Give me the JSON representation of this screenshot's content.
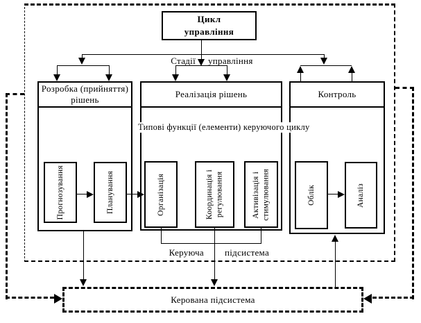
{
  "diagram": {
    "title_box": "Цикл\nуправління",
    "stages_label_left": "Стадії",
    "stages_label_right": "управління",
    "functions_caption": "Типові функції (елементи) керуючого циклу",
    "columns": [
      {
        "header": "Розробка (прийняття) рішень",
        "items": [
          "Прогнозування",
          "Планування"
        ]
      },
      {
        "header": "Реалізація рішень",
        "items": [
          "Організація",
          "Координація і\nрегулювання",
          "Активізація і\nстимулювання"
        ]
      },
      {
        "header": "Контроль",
        "items": [
          "Облік",
          "Аналіз"
        ]
      }
    ],
    "managing_label_left": "Керуюча",
    "managing_label_right": "підсистема",
    "managed_box": "Керована підсистема"
  },
  "colors": {
    "line": "#000000",
    "background": "#ffffff"
  }
}
